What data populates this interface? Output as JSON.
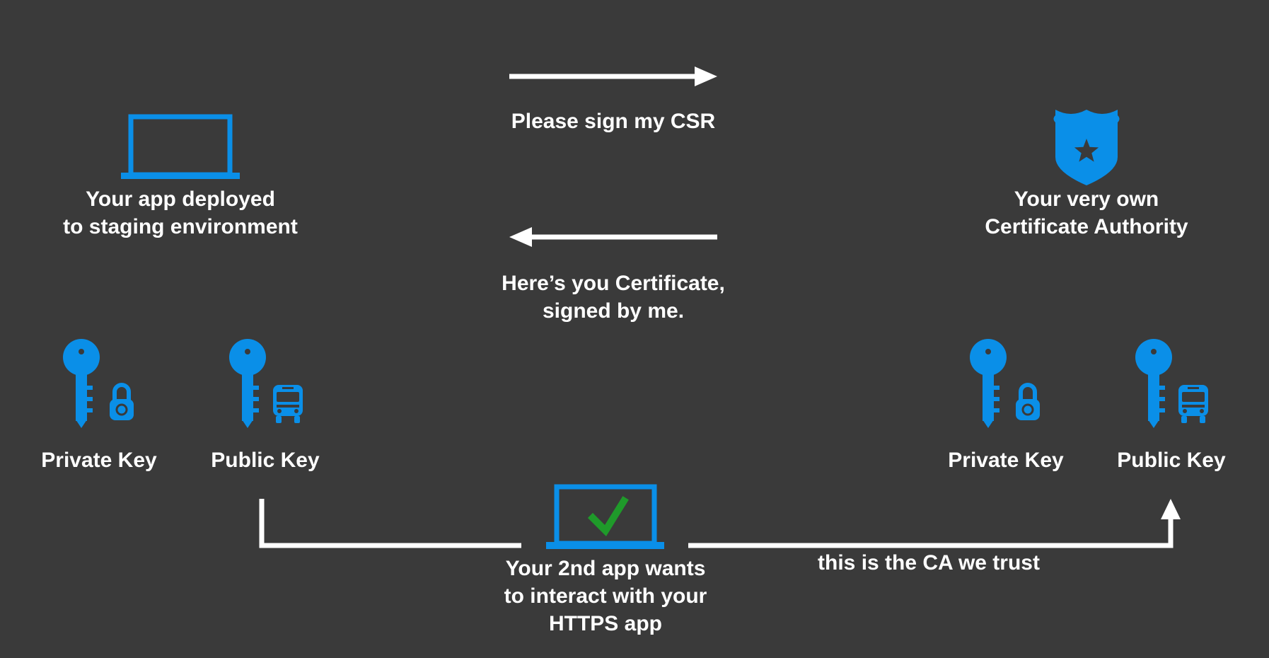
{
  "colors": {
    "background": "#3a3a3a",
    "icon_blue": "#0a8fe8",
    "text": "#ffffff",
    "arrow": "#ffffff",
    "check_green": "#1f9a2a"
  },
  "left_node": {
    "icon": "laptop-icon",
    "line1": "Your app deployed",
    "line2": "to staging environment"
  },
  "right_node": {
    "icon": "police-badge-star-icon",
    "line1": "Your very own",
    "line2": "Certificate Authority"
  },
  "messages": {
    "request": "Please sign my CSR",
    "response_line1": "Here’s you Certificate,",
    "response_line2": "signed by me."
  },
  "left_keys": {
    "private_label": "Private Key",
    "public_label": "Public Key"
  },
  "right_keys": {
    "private_label": "Private Key",
    "public_label": "Public Key"
  },
  "bottom_node": {
    "icon": "laptop-check-icon",
    "line1": "Your 2nd app wants",
    "line2": "to interact with your",
    "line3": "HTTPS app"
  },
  "trust_label": "this is the CA we trust"
}
